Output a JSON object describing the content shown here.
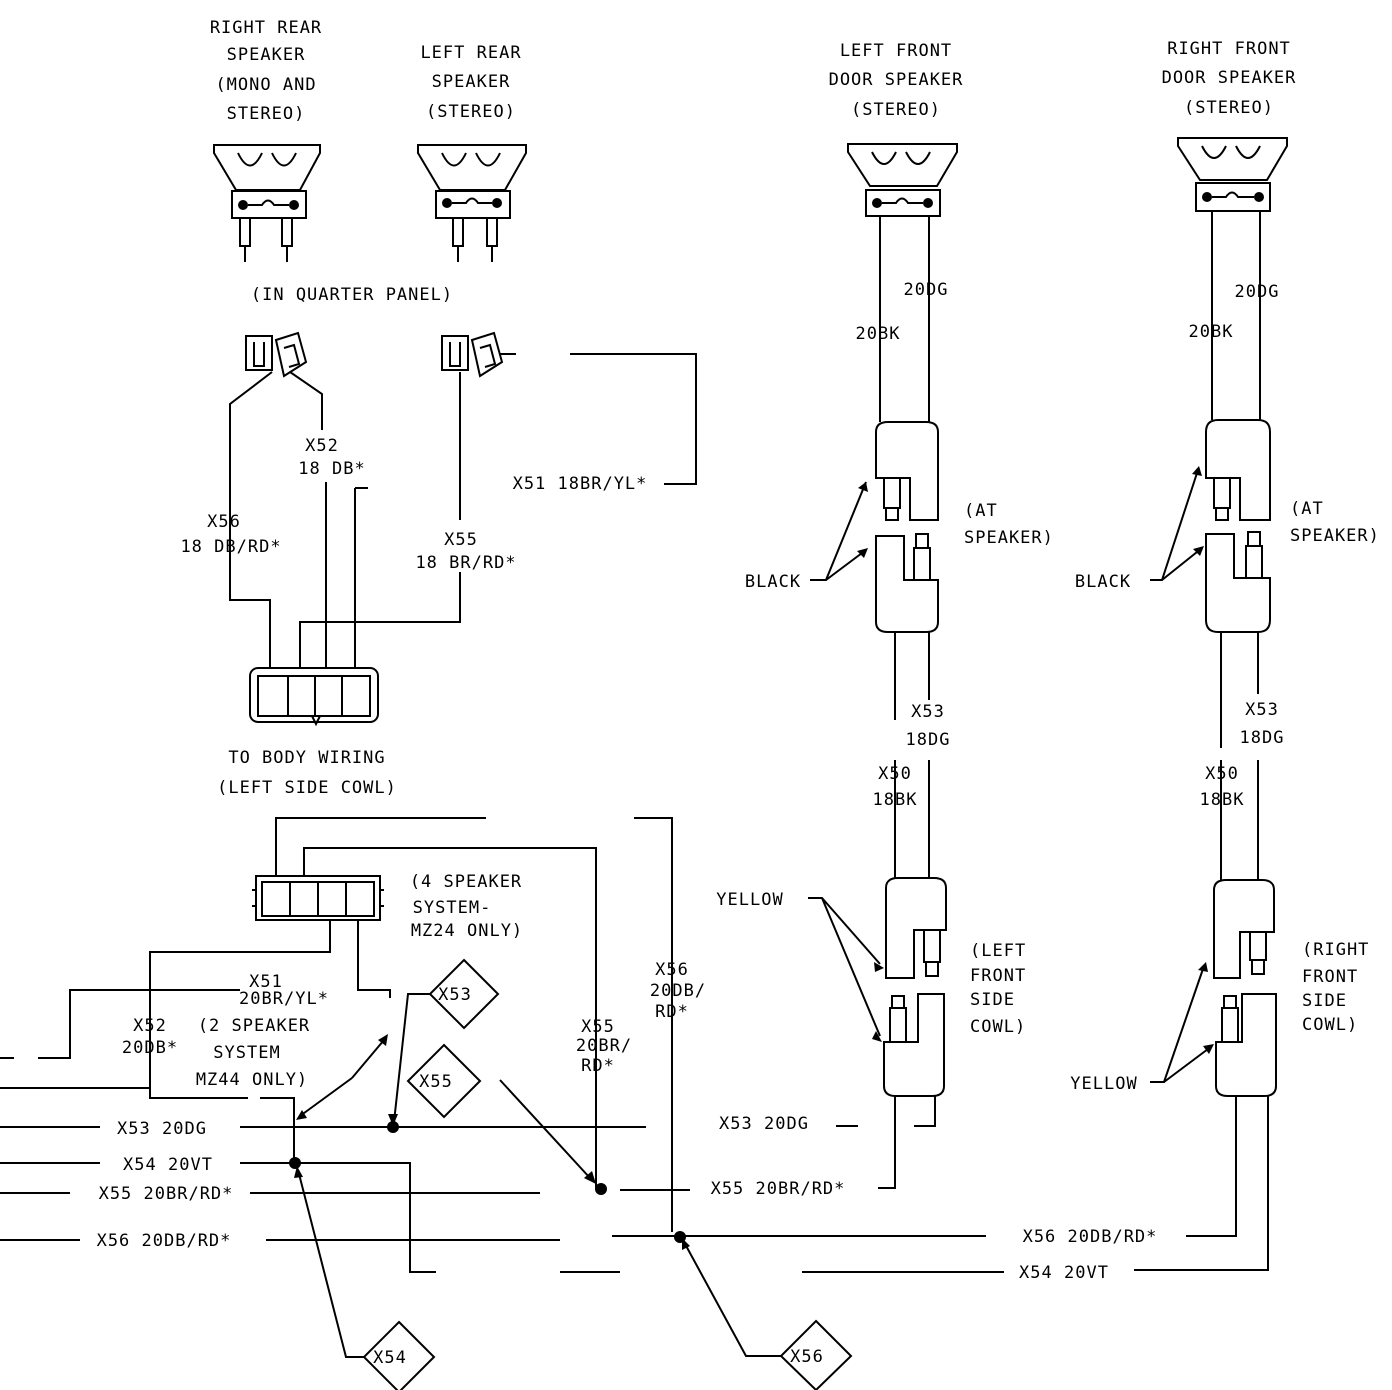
{
  "speakers": {
    "right_rear": [
      "RIGHT REAR",
      "SPEAKER",
      "(MONO AND",
      "STEREO)"
    ],
    "left_rear": [
      "LEFT REAR",
      "SPEAKER",
      "(STEREO)"
    ],
    "left_front": [
      "LEFT FRONT",
      "DOOR SPEAKER",
      "(STEREO)"
    ],
    "right_front": [
      "RIGHT FRONT",
      "DOOR SPEAKER",
      "(STEREO)"
    ]
  },
  "labels": {
    "quarter_panel": "(IN QUARTER PANEL)",
    "to_body_wiring": "TO BODY WIRING",
    "left_side_cowl": "(LEFT SIDE COWL)",
    "four_speaker": [
      "(4 SPEAKER",
      "SYSTEM-",
      "MZ24 ONLY)"
    ],
    "two_speaker": [
      "(2 SPEAKER",
      "SYSTEM",
      "MZ44 ONLY)"
    ],
    "at_speaker": [
      "(AT",
      "SPEAKER)"
    ],
    "left_front_side_cowl": [
      "(LEFT",
      "FRONT",
      "SIDE",
      "COWL)"
    ],
    "right_front_side_cowl": [
      "(RIGHT",
      "FRONT",
      "SIDE",
      "COWL)"
    ],
    "black": "BLACK",
    "yellow": "YELLOW"
  },
  "wires": {
    "x52_top": [
      "X52",
      "18 DB*"
    ],
    "x51_top": "X51  18BR/YL*",
    "x56_top": [
      "X56",
      "18 DB/RD*"
    ],
    "x55_top": [
      "X55",
      "18 BR/RD*"
    ],
    "g20_left": "20DG",
    "bk20_left": "20BK",
    "g20_right": "20DG",
    "bk20_right": "20BK",
    "x53_left": [
      "X53",
      "18DG"
    ],
    "x50_left": [
      "X50",
      "18BK"
    ],
    "x53_right": [
      "X53",
      "18DG"
    ],
    "x50_right": [
      "X50",
      "18BK"
    ],
    "x51_bottom": [
      "X51",
      "20BR/YL*"
    ],
    "x52_bottom": [
      "X52",
      "20DB*"
    ],
    "x55_mid": [
      "X55",
      "20BR/",
      "RD*"
    ],
    "x56_mid": [
      "X56",
      "20DB/",
      "RD*"
    ],
    "bus_x53": "X53  20DG",
    "bus_x54": "X54  20VT",
    "bus_x55": "X55  20BR/RD*",
    "bus_x56": "X56  20DB/RD*",
    "right_x53": "X53  20DG",
    "right_x55": "X55  20BR/RD*",
    "right_x56": "X56  20DB/RD*",
    "right_x54": "X54  20VT"
  },
  "splices": {
    "x53": "X53",
    "x55": "X55",
    "x54": "X54",
    "x56": "X56"
  }
}
